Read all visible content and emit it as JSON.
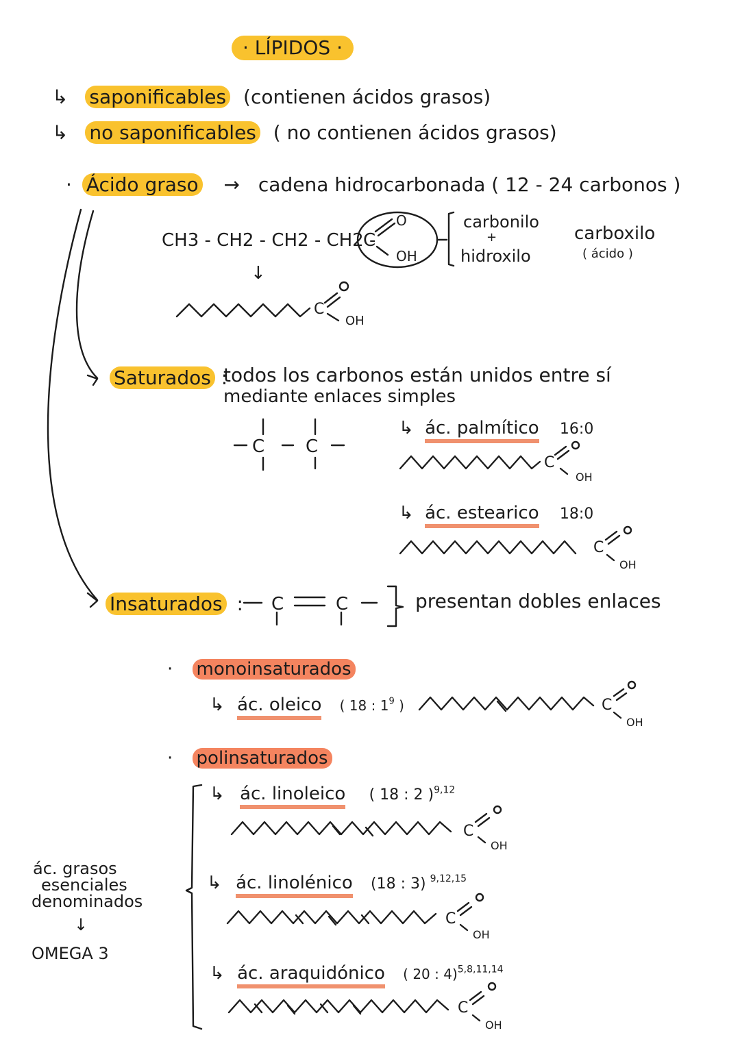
{
  "colors": {
    "highlight_yellow": "#f9c22e",
    "highlight_orange": "#f4845f",
    "ink": "#1c1c1c"
  },
  "title": "· LÍPIDOS ·",
  "classification": [
    {
      "arrow": "↳",
      "term": "saponificables",
      "note": "(contienen ácidos grasos)"
    },
    {
      "arrow": "↳",
      "term": "no saponificables",
      "note": "( no contienen ácidos grasos)"
    }
  ],
  "fatty_acid": {
    "bullet": "·",
    "term": "Ácido graso",
    "arrow": "→",
    "definition": "cadena hidrocarbonada ( 12 - 24 carbonos )",
    "formula_chain": "CH3 - CH2 - CH2 - CH2 -",
    "group_c": "C",
    "group_o": "O",
    "group_oh": "OH",
    "brace_top": "carbonilo",
    "brace_plus": "+",
    "brace_bottom": "hidroxilo",
    "result": "carboxilo",
    "result_sub": "( ácido )",
    "down_arrow": "↓"
  },
  "saturated": {
    "term": "Saturados",
    "colon": ":",
    "definition_line1": "todos los carbonos están unidos entre sí",
    "definition_line2": "mediante enlaces simples",
    "examples": [
      {
        "arrow": "↳",
        "name": "ác. palmítico",
        "notation": "16:0"
      },
      {
        "arrow": "↳",
        "name": "ác. estearico",
        "notation": "18:0"
      }
    ]
  },
  "unsaturated": {
    "term": "Insaturados",
    "colon": ":",
    "note": "presentan dobles enlaces",
    "mono": {
      "bullet": "·",
      "term": "monoinsaturados",
      "example": {
        "arrow": "↳",
        "name": "ác. oleico",
        "notation": "( 18 : 1",
        "superscript": "9",
        "close": " )"
      }
    },
    "poly": {
      "bullet": "·",
      "term": "polinsaturados",
      "examples": [
        {
          "arrow": "↳",
          "name": "ác. linoleico",
          "notation": "( 18 : 2 )",
          "superscript": "9,12"
        },
        {
          "arrow": "↳",
          "name": "ác. linolénico",
          "notation": "(18 : 3)",
          "superscript": "9,12,15"
        },
        {
          "arrow": "↳",
          "name": "ác. araquidónico",
          "notation": "( 20 : 4)",
          "superscript": "5,8,11,14"
        }
      ]
    }
  },
  "side_note": {
    "line1": "ác. grasos",
    "line2": "esenciales",
    "line3": "denominados",
    "arrow": "↓",
    "line4": "OMEGA 3"
  }
}
